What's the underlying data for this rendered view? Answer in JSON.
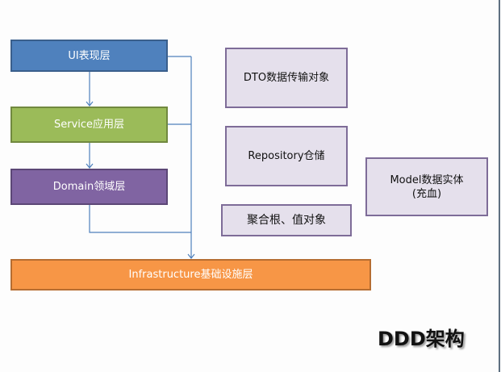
{
  "diagram": {
    "title": "DDD架构",
    "layers": [
      {
        "id": "ui",
        "label": "UI表现层",
        "color": "#4f81bd"
      },
      {
        "id": "service",
        "label": "Service应用层",
        "color": "#9bbb59"
      },
      {
        "id": "domain",
        "label": "Domain领域层",
        "color": "#8064a2"
      },
      {
        "id": "infrastructure",
        "label": "Infrastructure基础设施层",
        "color": "#f79646"
      }
    ],
    "concepts": [
      {
        "id": "dto",
        "label": "DTO数据传输对象"
      },
      {
        "id": "repository",
        "label": "Repository仓储"
      },
      {
        "id": "aggregate",
        "label": "聚合根、值对象"
      },
      {
        "id": "model",
        "label_line1": "Model数据实体",
        "label_line2": "(充血)"
      }
    ],
    "connections": [
      {
        "from": "ui",
        "to": "service"
      },
      {
        "from": "service",
        "to": "domain"
      },
      {
        "from": "ui",
        "to": "infrastructure"
      },
      {
        "from": "service",
        "to": "infrastructure"
      },
      {
        "from": "domain",
        "to": "infrastructure"
      }
    ]
  }
}
